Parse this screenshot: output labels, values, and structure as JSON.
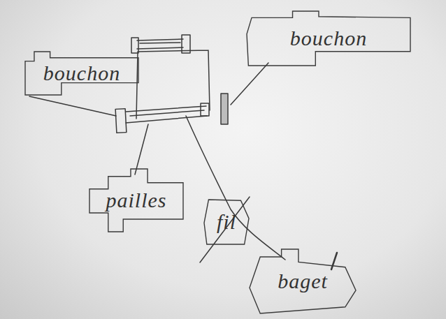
{
  "diagram": {
    "nodes": [
      {
        "text": [
          "bouchon"
        ]
      },
      {
        "text": [
          "bouchon"
        ]
      },
      {
        "text": [
          "pailles"
        ]
      },
      {
        "text": [
          "fil"
        ]
      },
      {
        "text": [
          "baget"
        ]
      }
    ]
  }
}
